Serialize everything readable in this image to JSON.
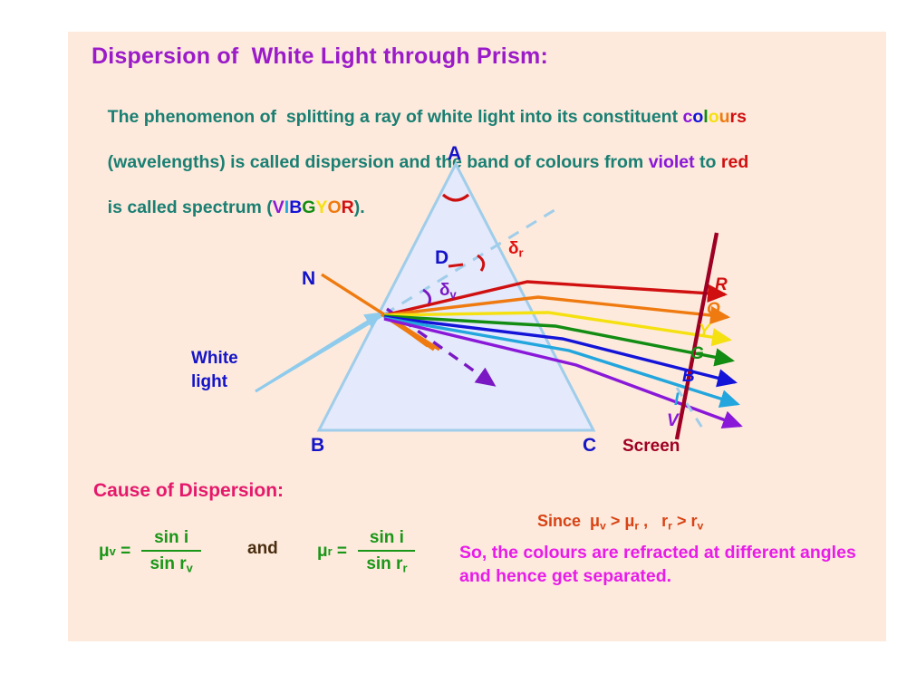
{
  "slide": {
    "title": "Dispersion of  White Light through Prism:",
    "title_color": "#9b1bc9",
    "background": "#fdeadc"
  },
  "body": {
    "segment_1": "The phenomenon of  splitting a ray of white light into its constituent ",
    "colours_word": [
      {
        "ch": "c",
        "color": "#8a18d8"
      },
      {
        "ch": "o",
        "color": "#1414d8"
      },
      {
        "ch": "l",
        "color": "#128c12"
      },
      {
        "ch": "o",
        "color": "#f5e010"
      },
      {
        "ch": "u",
        "color": "#ef7a10"
      },
      {
        "ch": "r",
        "color": "#d01010"
      },
      {
        "ch": "s",
        "color": "#d01010"
      }
    ],
    "segment_2": "(wavelengths) is called dispersion and the band of colours from ",
    "violet_word": "violet",
    "violet_color": "#8a18d8",
    "segment_3": " to ",
    "red_word": "red",
    "red_color": "#d01010",
    "segment_4": "is called spectrum (",
    "vibgyor": [
      {
        "ch": "V",
        "color": "#8a18d8"
      },
      {
        "ch": "I",
        "color": "#22a6dd"
      },
      {
        "ch": "B",
        "color": "#1414d8"
      },
      {
        "ch": "G",
        "color": "#128c12"
      },
      {
        "ch": "Y",
        "color": "#f5e010"
      },
      {
        "ch": "O",
        "color": "#ef7a10"
      },
      {
        "ch": "R",
        "color": "#d01010"
      }
    ],
    "segment_5": ").",
    "text_color": "#1a7f73"
  },
  "diagram": {
    "prism_fill": "#e4e9fb",
    "prism_stroke": "#9fcdea",
    "vertex_A": "A",
    "vertex_B": "B",
    "vertex_C": "C",
    "point_D": "A",
    "label_D": "D",
    "label_N": "N",
    "white_light_line1": "White",
    "white_light_line2": "light",
    "screen_label": "Screen",
    "screen_color": "#9e0024",
    "delta_r": "δ",
    "delta_r_sub": "r",
    "delta_r_color": "#e01010",
    "delta_v": "δ",
    "delta_v_sub": "v",
    "delta_v_color": "#7a18c4",
    "incident_ray_color": "#8ecbec",
    "normal_color": "#ef7a10",
    "spectrum": [
      {
        "letter": "R",
        "name": "red",
        "color": "#d01010"
      },
      {
        "letter": "O",
        "name": "orange",
        "color": "#ef7a10"
      },
      {
        "letter": "Y",
        "name": "yellow",
        "color": "#f5e010"
      },
      {
        "letter": "G",
        "name": "green",
        "color": "#128c12"
      },
      {
        "letter": "B",
        "name": "blue",
        "color": "#1414d8"
      },
      {
        "letter": "I",
        "name": "indigo",
        "color": "#22a6dd"
      },
      {
        "letter": "V",
        "name": "violet",
        "color": "#8a18d8"
      }
    ]
  },
  "cause": {
    "heading": "Cause of Dispersion:",
    "heading_color": "#e5196b",
    "formula_v": {
      "mu": "μ",
      "mu_sub": "v",
      "equals": " = ",
      "numerator": "sin i",
      "denominator": "sin r",
      "denominator_sub": "v"
    },
    "and_label": "and",
    "formula_r": {
      "mu": "μ",
      "mu_sub": "r",
      "equals": " = ",
      "numerator": "sin i",
      "denominator": "sin r",
      "denominator_sub": "r"
    },
    "formula_color": "#1a9618"
  },
  "conclusion": {
    "since_text": "Since  μ",
    "since_sub1": "v",
    "since_mid": " > μ",
    "since_sub2": "r",
    "since_mid2": " ,   r",
    "since_sub3": "r",
    "since_mid3": " > r",
    "since_sub4": "v",
    "since_color": "#d84315",
    "statement": "So, the colours are refracted at different angles and hence get separated.",
    "statement_color": "#e81ce8"
  }
}
